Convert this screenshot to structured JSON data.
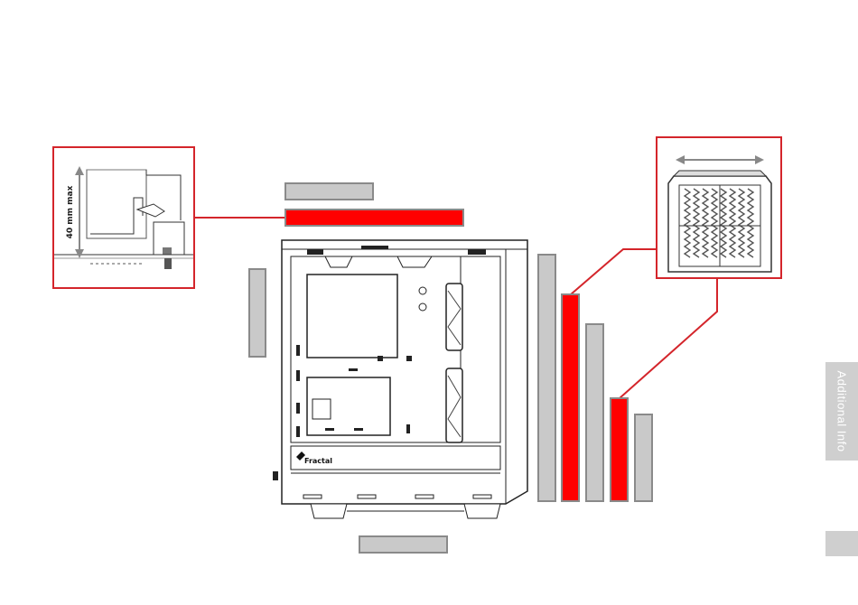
{
  "callout_left": {
    "measure_label": "40 mm max"
  },
  "case": {
    "brand": "Fractal"
  },
  "side_tab": {
    "label": "Additional Info"
  },
  "colors": {
    "accent_red": "#ff0000",
    "callout_border": "#d4252b",
    "bar_gray": "#c9c9c9",
    "tab_gray": "#cfcfcf"
  }
}
